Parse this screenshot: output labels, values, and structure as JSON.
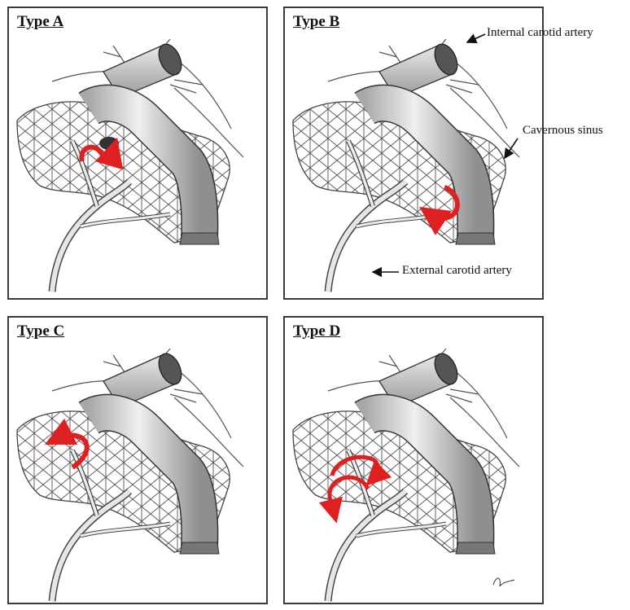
{
  "panels": [
    {
      "title": "Type A"
    },
    {
      "title": "Type B"
    },
    {
      "title": "Type C"
    },
    {
      "title": "Type D"
    }
  ],
  "labels": {
    "internal_carotid": "Internal carotid artery",
    "cavernous_sinus": "Cavernous sinus",
    "external_carotid": "External carotid artery"
  },
  "colors": {
    "fistula_arrow": "#e02020",
    "ink": "#333333",
    "vessel_fill": "#d9d9d9"
  }
}
